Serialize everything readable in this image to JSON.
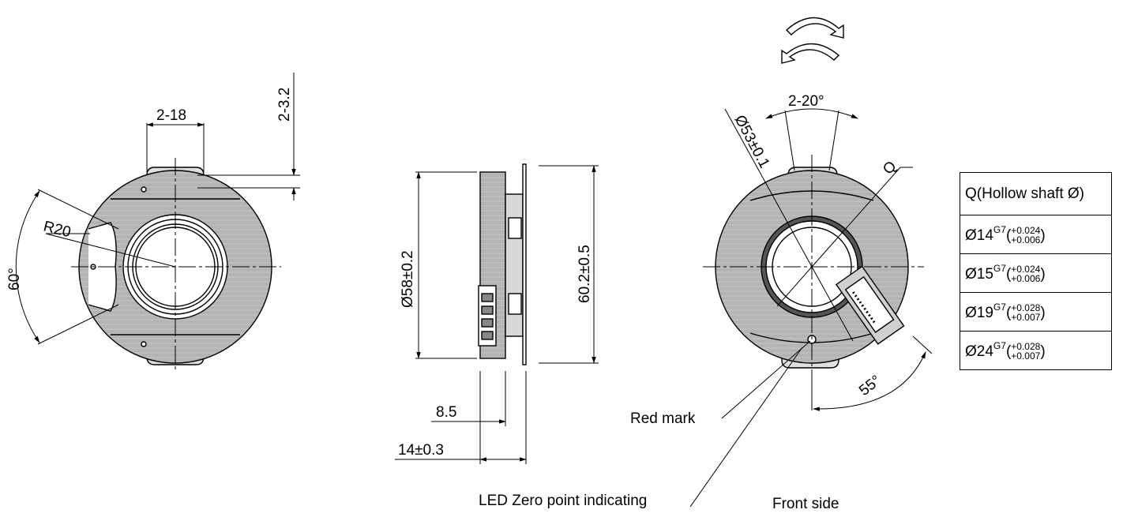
{
  "side_view": {
    "dim_width": "2-18",
    "dim_depth": "2-3.2",
    "dim_radius": "R20",
    "dim_angle": "60°"
  },
  "profile_view": {
    "dim_diameter": "Ø58±0.2",
    "dim_height": "60.2±0.5",
    "dim_thickness": "8.5",
    "dim_total": "14±0.3"
  },
  "front_view": {
    "dim_slot_angle": "2-20°",
    "dim_bolt_circle": "Ø53±0.1",
    "label_q": "Q",
    "dim_connector_angle": "55°",
    "label_red_mark": "Red mark",
    "label_led": "LED Zero point indicating",
    "label_view": "Front side"
  },
  "shaft_table": {
    "header": "Q(Hollow shaft Ø)",
    "rows": [
      {
        "base": "Ø14",
        "fit": "G7",
        "upper": "+0.024",
        "lower": "+0.006"
      },
      {
        "base": "Ø15",
        "fit": "G7",
        "upper": "+0.024",
        "lower": "+0.006"
      },
      {
        "base": "Ø19",
        "fit": "G7",
        "upper": "+0.028",
        "lower": "+0.007"
      },
      {
        "base": "Ø24",
        "fit": "G7",
        "upper": "+0.028",
        "lower": "+0.007"
      }
    ]
  },
  "colors": {
    "body_fill": "#b4b4b4",
    "line": "#000000",
    "paper": "#ffffff"
  }
}
